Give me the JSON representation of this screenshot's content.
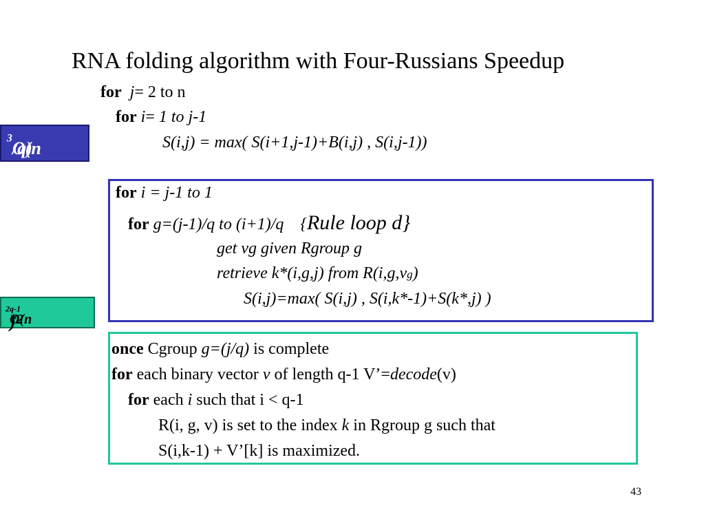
{
  "title": "RNA folding algorithm with Four-Russians Speedup",
  "page_number": "43",
  "labels": {
    "blue_label": {
      "base": "O(n",
      "exp": "3",
      "rest": "/q)"
    },
    "green_label": {
      "base": "O(n",
      "exp1": "2",
      "mid": "*2",
      "exp2": "q-1",
      "rest": ")"
    }
  },
  "loop1": {
    "l1_kw": "for",
    "l1_var": "j",
    "l1_eq": "=",
    "l1_rest": " 2 to n",
    "l2_kw": "for",
    "l2_var": "i",
    "l2_eq": "=",
    "l2_rest": " 1 to j-1",
    "l3": "S(i,j) = max( S(i+1,j-1)+B(i,j) , S(i,j-1))"
  },
  "blue_box": {
    "l1_kw": "for",
    "l1_var": "i",
    "l1_rest": " = j-1 to 1",
    "l2_kw": "for",
    "l2_rest": " g=(j-1)/q to (i+1)/q",
    "l2_brace": "{",
    "l2_rule": "Rule loop d}",
    "l3": "get vg given Rgroup g",
    "l4_a": "retrieve k*(i,g,j) from R(i,g,v",
    "l4_sub": "g",
    "l4_b": ")",
    "l5": "S(i,j)=max( S(i,j) , S(i,k*-1)+S(k*,j) )"
  },
  "green_box": {
    "l1_kw": "once",
    "l1_a": " Cgroup ",
    "l1_var": "g=(j/q)",
    "l1_b": " is complete",
    "l2_kw": "for",
    "l2_a": " each binary vector ",
    "l2_var": "v",
    "l2_b": " of length q-1 V’=",
    "l2_fn": "decode",
    "l2_c": "(v)",
    "l3_kw": "for",
    "l3_a": " each ",
    "l3_var": "i",
    "l3_b": " such that i < q-1",
    "l4_a": "R(i, g, v) is set to the index ",
    "l4_var": "k",
    "l4_b": " in Rgroup g  such that",
    "l5": "S(i,k-1) + V’[k] is maximized."
  }
}
